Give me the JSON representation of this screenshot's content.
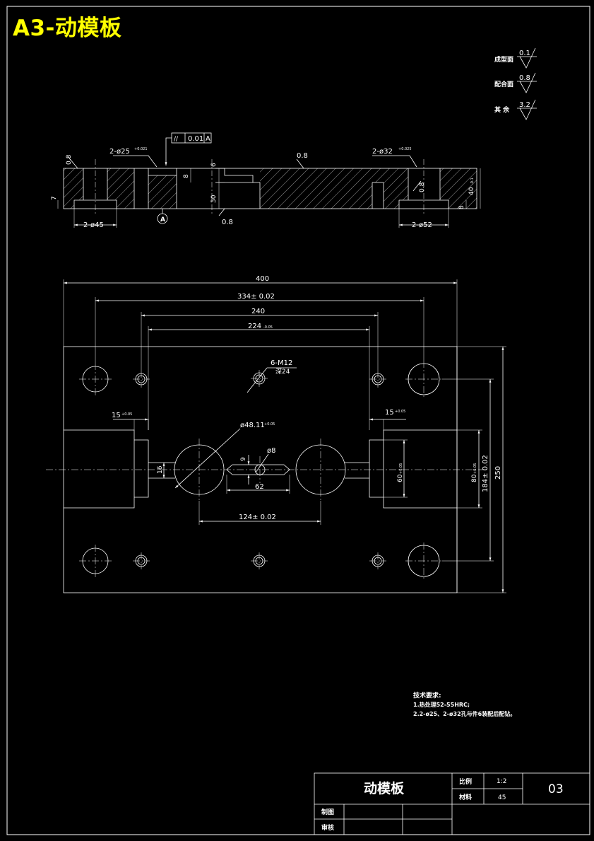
{
  "header": {
    "title": "A3-动模板"
  },
  "roughness": {
    "forming_surface": {
      "label": "成型面",
      "value": "0.1"
    },
    "mating_surface": {
      "label": "配合面",
      "value": "0.8"
    },
    "other_surface": {
      "label": "其 余",
      "value": "3.2"
    }
  },
  "section_view": {
    "parallelism_symbol": "//",
    "parallelism_value": "0.01",
    "datum": "A",
    "roughness_left": "0.8",
    "roughness_top": "0.8",
    "roughness_bottom": "0.8",
    "roughness_right": "0.8",
    "hole_left_top": "2-ø25",
    "hole_left_top_tol": "+0.021",
    "hole_left_bottom": "2-ø45",
    "hole_right_top": "2-ø32",
    "hole_right_top_tol": "+0.025",
    "hole_right_bottom": "2-ø52",
    "dim_7": "7",
    "dim_8_upper": "8",
    "dim_6": "6",
    "dim_30": "30",
    "dim_40": "40",
    "dim_40_tol": "-0.1",
    "dim_8_right": "8"
  },
  "plan_view": {
    "dim_400": "400",
    "dim_334": "334± 0.02",
    "dim_240": "240",
    "dim_224": "224",
    "dim_224_tol": "-0.05",
    "thread": "6-M12",
    "thread_depth": "深24",
    "dim_15_left": "15",
    "dim_15_left_tol": "+0.05",
    "dim_15_right": "15",
    "dim_15_right_tol": "+0.05",
    "dia_48": "ø48.11",
    "dia_48_tol": "+0.05",
    "dia_8": "ø8",
    "dim_9": "9",
    "dim_16": "16",
    "dim_62": "62",
    "dim_124": "124± 0.02",
    "dim_60": "60",
    "dim_60_tol": "+0.05",
    "dim_80": "80",
    "dim_80_tol": "+0.05",
    "dim_184": "184± 0.02",
    "dim_250": "250"
  },
  "tech_requirements": {
    "heading": "技术要求:",
    "line1": "1.热处理52-55HRC;",
    "line2": "2.2-ø25、2-ø32孔与件6装配后配钻。"
  },
  "title_block": {
    "part_name": "动模板",
    "scale_label": "比例",
    "scale_value": "1:2",
    "material_label": "材料",
    "material_value": "45",
    "drawing_no": "03",
    "drawn_label": "制图",
    "checked_label": "审核"
  }
}
